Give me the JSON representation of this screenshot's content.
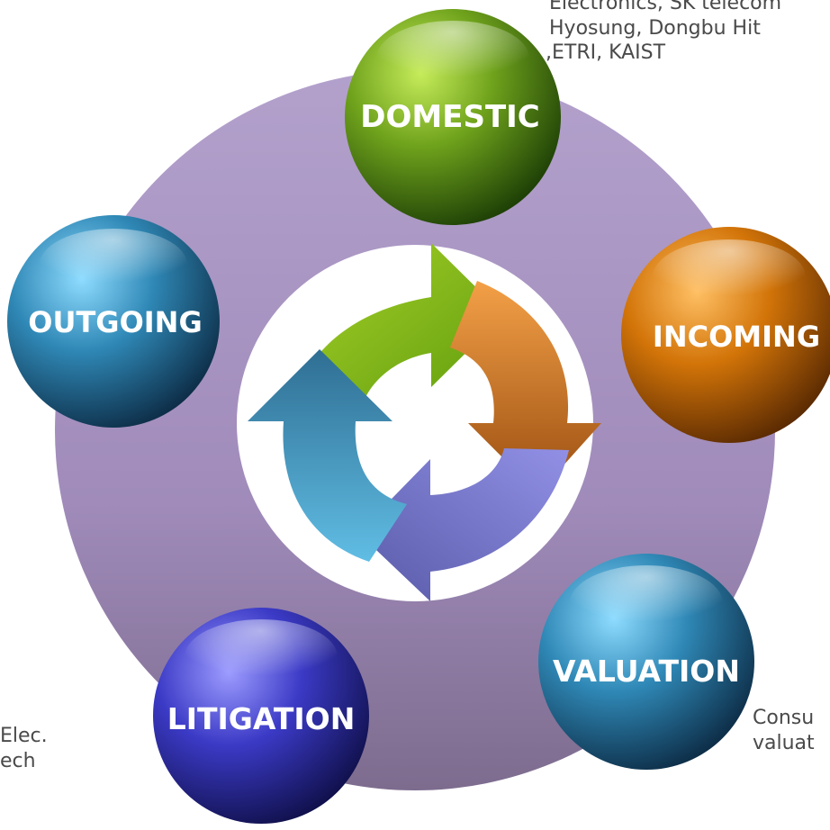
{
  "spheres": [
    {
      "key": "domestic",
      "label": "DOMESTIC",
      "color": "#5c9a1e"
    },
    {
      "key": "incoming",
      "label": "INCOMING",
      "color": "#c96d07"
    },
    {
      "key": "outgoing",
      "label": "OUTGOING",
      "color": "#2f87b3"
    },
    {
      "key": "valuation",
      "label": "VALUATION",
      "color": "#2d86b8"
    },
    {
      "key": "litigation",
      "label": "LITIGATION",
      "color": "#3a3bbd"
    }
  ],
  "notes": {
    "domestic_line1": "Electronics, SK telecom",
    "domestic_line2": "Hyosung, Dongbu Hit",
    "domestic_line3": ",ETRI, KAIST",
    "valuation_line1": "Consu",
    "valuation_line2": "valuat",
    "litigation_line1": "Elec.",
    "litigation_line2": "ech"
  },
  "colors": {
    "ring": "#a58fbf",
    "arrow_green": "#86b812",
    "arrow_orange": "#e08a2e",
    "arrow_purple": "#7a75d0",
    "arrow_blue": "#3f95c8"
  }
}
